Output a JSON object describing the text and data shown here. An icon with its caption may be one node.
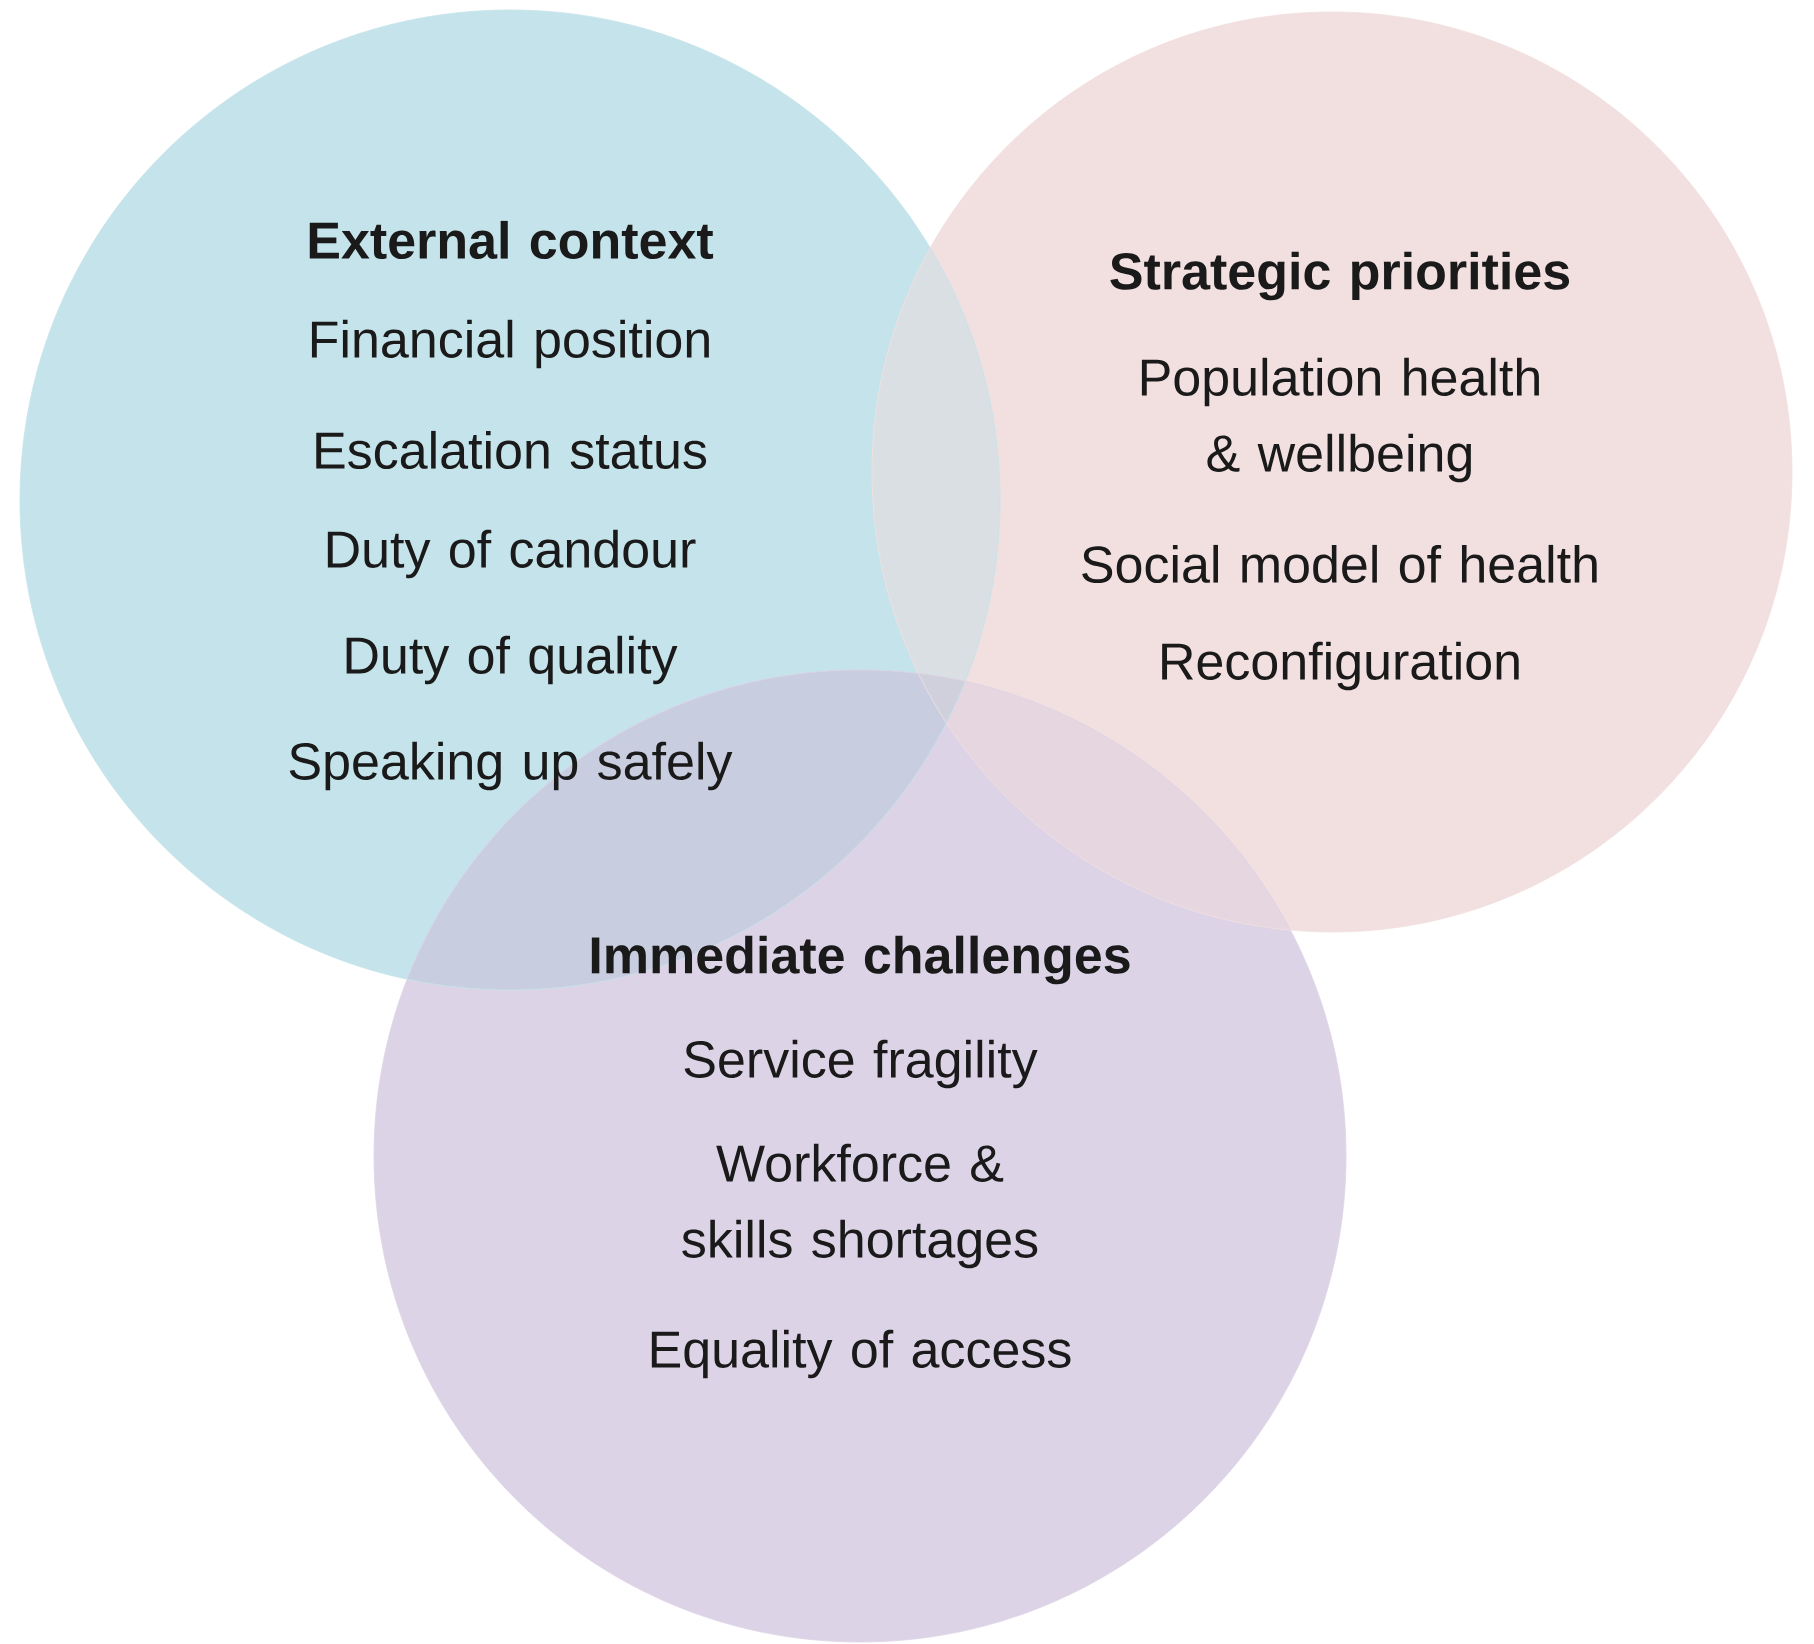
{
  "diagram": {
    "nodes": [
      {
        "text": [
          "External context",
          "Financial position",
          "Escalation status",
          "Duty of candour",
          "Duty of quality",
          "Speaking up safely"
        ]
      },
      {
        "text": [
          "Strategic priorities",
          "Population health & wellbeing",
          "Social model of health",
          "Reconfiguration"
        ]
      },
      {
        "text": [
          "Immediate challenges",
          "Service fragility",
          "Workforce & skills shortages",
          "Equality of access"
        ]
      }
    ]
  }
}
